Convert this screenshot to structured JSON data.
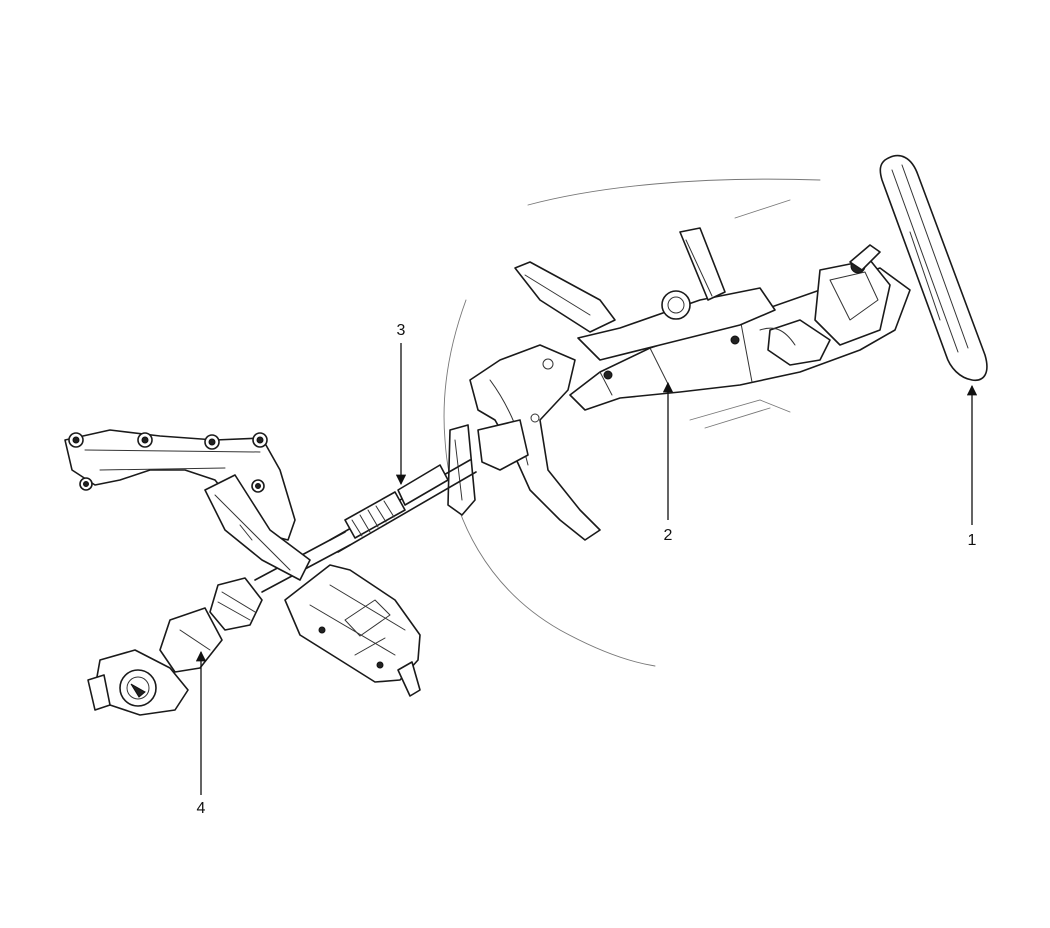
{
  "callouts": [
    {
      "id": 1,
      "label": "1"
    },
    {
      "id": 2,
      "label": "2"
    },
    {
      "id": 3,
      "label": "3"
    },
    {
      "id": 4,
      "label": "4"
    }
  ],
  "colors": {
    "line": "#1a1a1a",
    "background": "#ffffff"
  }
}
